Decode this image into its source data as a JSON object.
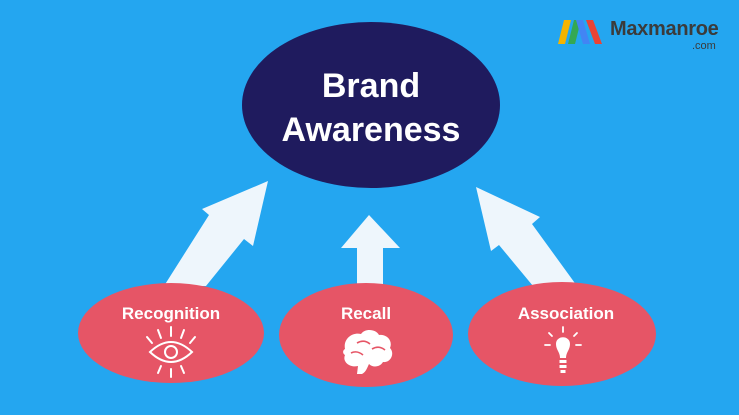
{
  "diagram": {
    "center": {
      "line1": "Brand",
      "line2": "Awareness"
    },
    "nodes": [
      {
        "label": "Recognition",
        "icon": "eye-icon"
      },
      {
        "label": "Recall",
        "icon": "brain-icon"
      },
      {
        "label": "Association",
        "icon": "lightbulb-icon"
      }
    ]
  },
  "logo": {
    "name": "Maxmanroe",
    "domain": ".com"
  },
  "colors": {
    "background": "#24a6f0",
    "center_fill": "#1f1b5e",
    "node_fill": "#e65566",
    "arrow": "#eef6fc",
    "text": "#ffffff"
  }
}
